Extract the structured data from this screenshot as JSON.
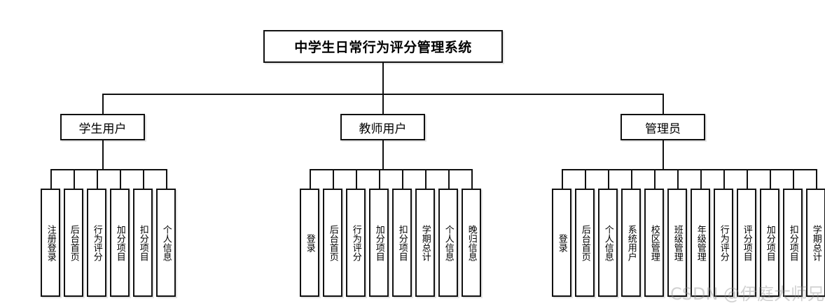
{
  "diagram": {
    "type": "org-chart",
    "title": "中学生日常行为评分管理系统",
    "root": {
      "label": "中学生日常行为评分管理系统"
    },
    "branches": [
      {
        "key": "student",
        "label": "学生用户",
        "leaves": [
          {
            "label": "注册登录"
          },
          {
            "label": "后台首页"
          },
          {
            "label": "行为评分"
          },
          {
            "label": "加分项目"
          },
          {
            "label": "扣分项目"
          },
          {
            "label": "个人信息"
          }
        ]
      },
      {
        "key": "teacher",
        "label": "教师用户",
        "leaves": [
          {
            "label": "登录"
          },
          {
            "label": "后台首页"
          },
          {
            "label": "行为评分"
          },
          {
            "label": "加分项目"
          },
          {
            "label": "扣分项目"
          },
          {
            "label": "学期总计"
          },
          {
            "label": "个人信息"
          },
          {
            "label": "晚归信息"
          }
        ]
      },
      {
        "key": "admin",
        "label": "管理员",
        "leaves": [
          {
            "label": "登录"
          },
          {
            "label": "后台首页"
          },
          {
            "label": "个人信息"
          },
          {
            "label": "系统用户"
          },
          {
            "label": "校区管理"
          },
          {
            "label": "班级管理"
          },
          {
            "label": "年级管理"
          },
          {
            "label": "行为评分"
          },
          {
            "label": "评分项目"
          },
          {
            "label": "加分项目"
          },
          {
            "label": "扣分项目"
          },
          {
            "label": "学期总计"
          }
        ]
      }
    ]
  },
  "watermark": {
    "text": "CSDN @伊庭大师兄"
  },
  "colors": {
    "background": "#ffffff",
    "line": "#111111",
    "text": "#000000",
    "watermark": "#8c8c8c"
  }
}
